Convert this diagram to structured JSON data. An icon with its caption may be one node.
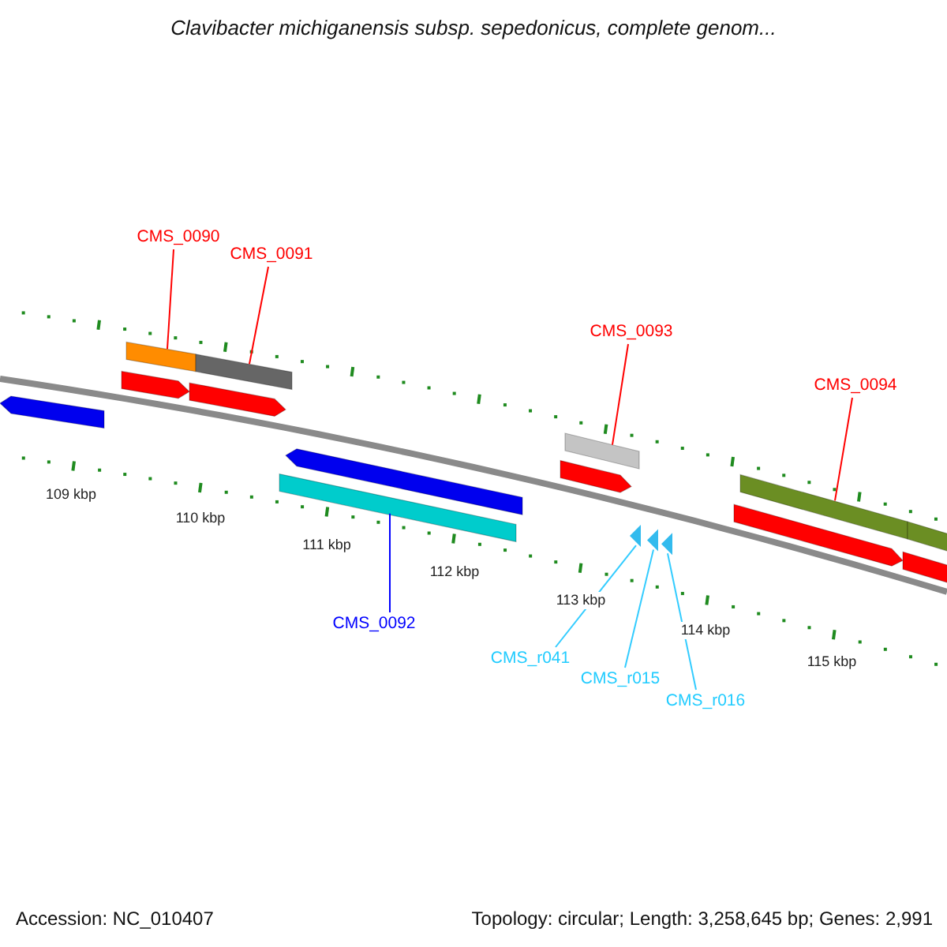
{
  "diagram": {
    "title": "Clavibacter michiganensis subsp. sepedonicus, complete genom...",
    "nodes": [
      {
        "text": [
          "CMS_0090"
        ]
      },
      {
        "text": [
          "CMS_0091"
        ]
      },
      {
        "text": [],
        "shape": "bar"
      },
      {
        "text": [],
        "shape": "bar"
      },
      {
        "text": [
          "CMS_0093"
        ]
      },
      {
        "text": [
          "CMS_0094"
        ]
      },
      {
        "text": [],
        "shape": "bar"
      },
      {
        "text": [],
        "shape": "bar"
      },
      {
        "text": [],
        "shape": "bar"
      },
      {
        "text": [
          "CMS_0092"
        ]
      },
      {
        "text": [],
        "shape": "triangle"
      },
      {
        "text": [],
        "shape": "triangle"
      },
      {
        "text": [],
        "shape": "triangle"
      },
      {
        "text": [
          "CMS_r041"
        ]
      },
      {
        "text": [
          "CMS_r015"
        ]
      },
      {
        "text": [
          "CMS_r016"
        ]
      },
      {
        "text": [],
        "shape": "arrow"
      },
      {
        "text": [],
        "shape": "arrow"
      },
      {
        "text": [],
        "shape": "arrow"
      },
      {
        "text": [],
        "shape": "arrow"
      },
      {
        "text": [],
        "shape": "arrow"
      },
      {
        "text": [],
        "shape": "arrow"
      },
      {
        "text": [],
        "shape": "arrow"
      },
      {
        "text": [],
        "shape": "bar"
      }
    ],
    "edges": [
      {
        "from": 0,
        "to": 2,
        "arrow": "none"
      },
      {
        "from": 1,
        "to": 3,
        "arrow": "none"
      },
      {
        "from": 4,
        "to": 6,
        "arrow": "none"
      },
      {
        "from": 5,
        "to": 7,
        "arrow": "none"
      },
      {
        "from": 9,
        "to": 8,
        "arrow": "none",
        "color": "#0000ff"
      },
      {
        "from": 13,
        "to": 10,
        "arrow": "none",
        "color": "#33ccff"
      },
      {
        "from": 14,
        "to": 11,
        "arrow": "none",
        "color": "#33ccff"
      },
      {
        "from": 15,
        "to": 12,
        "arrow": "none",
        "color": "#33ccff"
      }
    ],
    "labels": [
      "109 kbp",
      "110 kbp",
      "111 kbp",
      "112 kbp",
      "113 kbp",
      "114 kbp",
      "115 kbp",
      "Accession: NC_010407",
      "Topology: circular; Length: 3,258,645 bp; Genes: 2,991"
    ]
  }
}
